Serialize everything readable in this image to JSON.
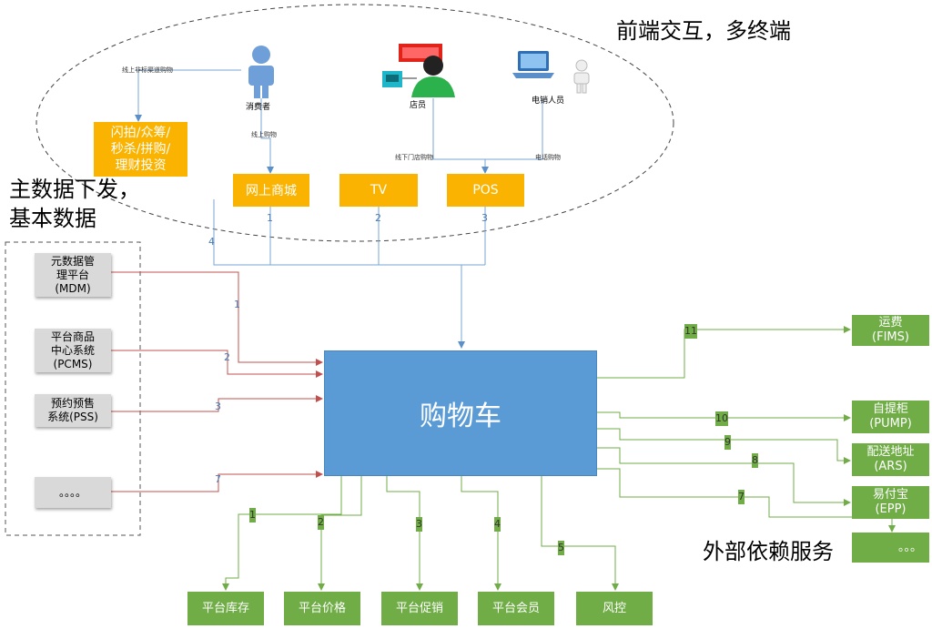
{
  "headings": {
    "frontend": "前端交互，多终端",
    "master_data": "主数据下发，\n基本数据",
    "external": "外部依赖服务"
  },
  "actors": {
    "consumer": "消费者",
    "clerk": "店员",
    "agent": "电销人员"
  },
  "flow_labels": {
    "online_non_traditional": "线上非标渠道购物",
    "online_shopping": "线上购物",
    "offline_store": "线下门店购物",
    "phone_shopping": "电话购物"
  },
  "channels": {
    "promo": "闪拍/众筹/\n秒杀/拼购/\n理财投资",
    "online_mall": "网上商城",
    "tv": "TV",
    "pos": "POS"
  },
  "channel_numbers": {
    "online_mall": "1",
    "tv": "2",
    "pos": "3",
    "promo": "4"
  },
  "master_systems": [
    {
      "label": "元数据管\n理平台\n(MDM)",
      "num": "1"
    },
    {
      "label": "平台商品\n中心系统\n(PCMS)",
      "num": "2"
    },
    {
      "label": "预约预售\n系统(PSS)",
      "num": "3"
    },
    {
      "label": "。。。。",
      "num": "7"
    }
  ],
  "cart": {
    "label": "购物车"
  },
  "external_services": [
    {
      "label": "运费\n(FIMS)",
      "num": "11"
    },
    {
      "label": "自提柜\n(PUMP)",
      "num": "10"
    },
    {
      "label": "配送地址\n(ARS)",
      "num": "9"
    },
    {
      "label": "易付宝\n(EPP)",
      "num": "8"
    },
    {
      "label": "。。。",
      "num": "7"
    }
  ],
  "bottom_services": [
    {
      "label": "平台库存",
      "num": "1"
    },
    {
      "label": "平台价格",
      "num": "2"
    },
    {
      "label": "平台促销",
      "num": "3"
    },
    {
      "label": "平台会员",
      "num": "4"
    },
    {
      "label": "风控",
      "num": "5"
    }
  ],
  "colors": {
    "orange": "#f9b300",
    "cart_blue": "#5b9bd5",
    "green": "#70ad47",
    "red_arrow": "#c0504d",
    "blue_line": "#7aa6d6",
    "green_line": "#70ad47"
  }
}
